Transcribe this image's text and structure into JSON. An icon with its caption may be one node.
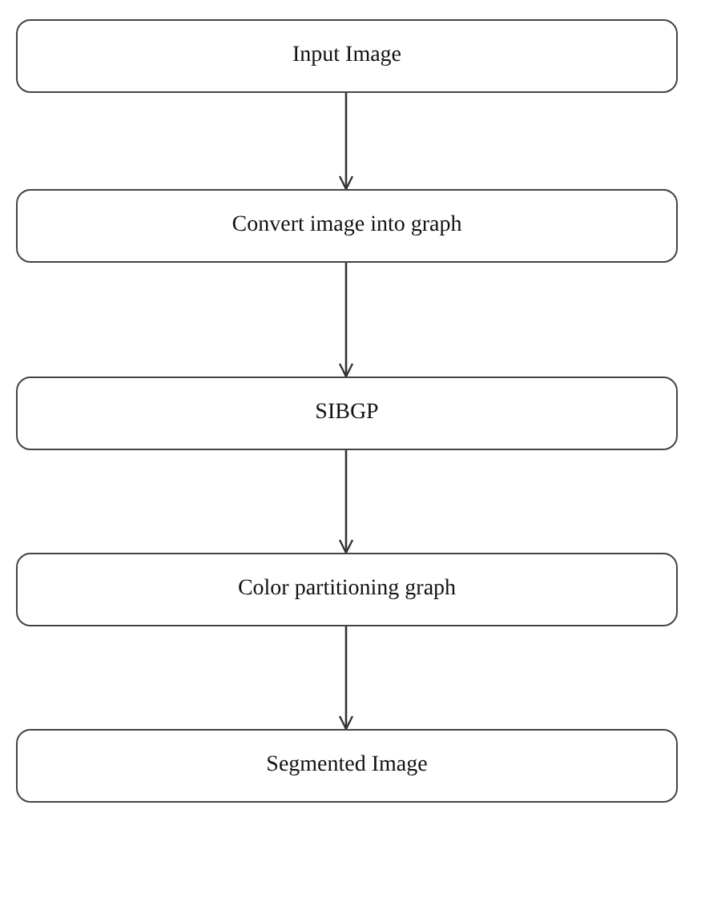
{
  "diagram": {
    "nodes": [
      {
        "text": [
          "Input Image"
        ]
      },
      {
        "text": [
          "Convert image into graph"
        ]
      },
      {
        "text": [
          "SIBGP"
        ]
      },
      {
        "text": [
          "Color partitioning graph"
        ]
      },
      {
        "text": [
          "Segmented Image"
        ]
      }
    ],
    "edges": [
      {
        "from": 0,
        "to": 1,
        "arrow": "to"
      },
      {
        "from": 1,
        "to": 2,
        "arrow": "to"
      },
      {
        "from": 2,
        "to": 3,
        "arrow": "to"
      },
      {
        "from": 3,
        "to": 4,
        "arrow": "to"
      }
    ]
  }
}
